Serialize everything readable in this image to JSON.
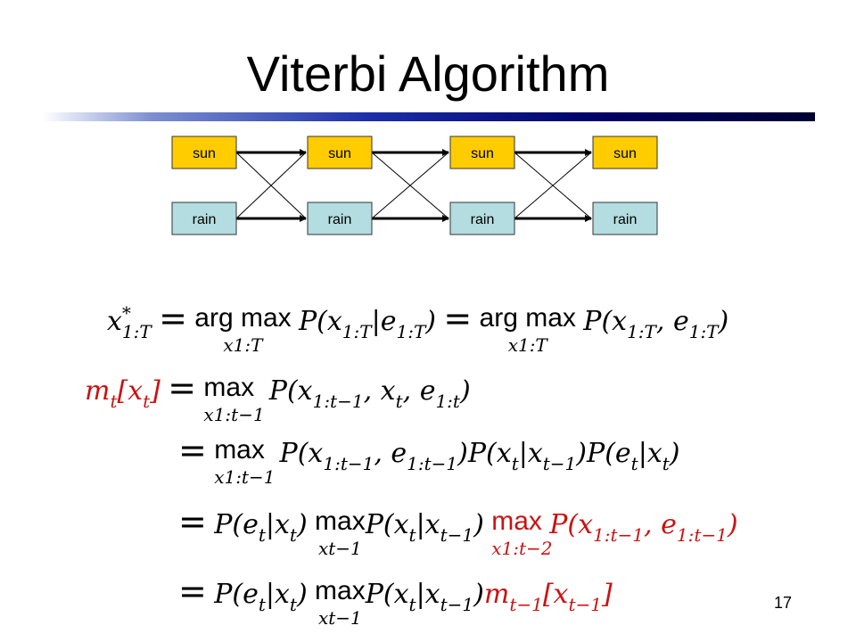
{
  "slide": {
    "title": "Viterbi Algorithm",
    "page_number": "17"
  },
  "colors": {
    "sun_fill": "#ffcc00",
    "rain_fill": "#b3dde0",
    "highlight": "#cc1111",
    "rule_dark": "#000066"
  },
  "trellis": {
    "nodes": [
      {
        "state": "sun",
        "label": "sun"
      },
      {
        "state": "sun",
        "label": "sun"
      },
      {
        "state": "sun",
        "label": "sun"
      },
      {
        "state": "sun",
        "label": "sun"
      },
      {
        "state": "rain",
        "label": "rain"
      },
      {
        "state": "rain",
        "label": "rain"
      },
      {
        "state": "rain",
        "label": "rain"
      },
      {
        "state": "rain",
        "label": "rain"
      }
    ]
  },
  "equations": {
    "eq1": {
      "lhs_x": "x",
      "lhs_sup": "*",
      "lhs_sub": "1:T",
      "eq": "=",
      "argmax1": "arg max",
      "argmax1_sub": "x1:T",
      "p1_open": "P(x",
      "p1_s1": "1:T",
      "p1_mid": "|e",
      "p1_s2": "1:T",
      "p1_close": ")",
      "eq2": "=",
      "argmax2": "arg max",
      "argmax2_sub": "x1:T",
      "p2_open": "P(x",
      "p2_s1": "1:T",
      "p2_mid": ", e",
      "p2_s2": "1:T",
      "p2_close": ")"
    },
    "eq2": {
      "lhs_m": "m",
      "lhs_sub": "t",
      "lhs_mid": "[x",
      "lhs_sub2": "t",
      "lhs_close": "]",
      "eq": "=",
      "max": "max",
      "max_sub": "x1:t−1",
      "p_open": "P(x",
      "p_s1": "1:t−1",
      "p_mid1": ", x",
      "p_s2": "t",
      "p_mid2": ", e",
      "p_s3": "1:t",
      "p_close": ")"
    },
    "eq3": {
      "eq": "=",
      "max": "max",
      "max_sub": "x1:t−1",
      "a_open": "P(x",
      "a_s1": "1:t−1",
      "a_mid": ", e",
      "a_s2": "1:t−1",
      "a_close": ")",
      "b_open": "P(x",
      "b_s1": "t",
      "b_mid": "|x",
      "b_s2": "t−1",
      "b_close": ")",
      "c_open": "P(e",
      "c_s1": "t",
      "c_mid": "|x",
      "c_s2": "t",
      "c_close": ")"
    },
    "eq4": {
      "eq": "=",
      "a_open": "P(e",
      "a_s1": "t",
      "a_mid": "|x",
      "a_s2": "t",
      "a_close": ")",
      "max": "max",
      "max_sub": "xt−1",
      "b_open": "P(x",
      "b_s1": "t",
      "b_mid": "|x",
      "b_s2": "t−1",
      "b_close": ")",
      "max_red": "max",
      "max_red_sub": "x1:t−2",
      "c_open": "P(x",
      "c_s1": "1:t−1",
      "c_mid": ", e",
      "c_s2": "1:t−1",
      "c_close": ")"
    },
    "eq5": {
      "eq": "=",
      "a_open": "P(e",
      "a_s1": "t",
      "a_mid": "|x",
      "a_s2": "t",
      "a_close": ")",
      "max": "max",
      "max_sub": "xt−1",
      "b_open": "P(x",
      "b_s1": "t",
      "b_mid": "|x",
      "b_s2": "t−1",
      "b_close": ")",
      "m": "m",
      "m_s1": "t−1",
      "m_mid": "[x",
      "m_s2": "t−1",
      "m_close": "]"
    }
  }
}
